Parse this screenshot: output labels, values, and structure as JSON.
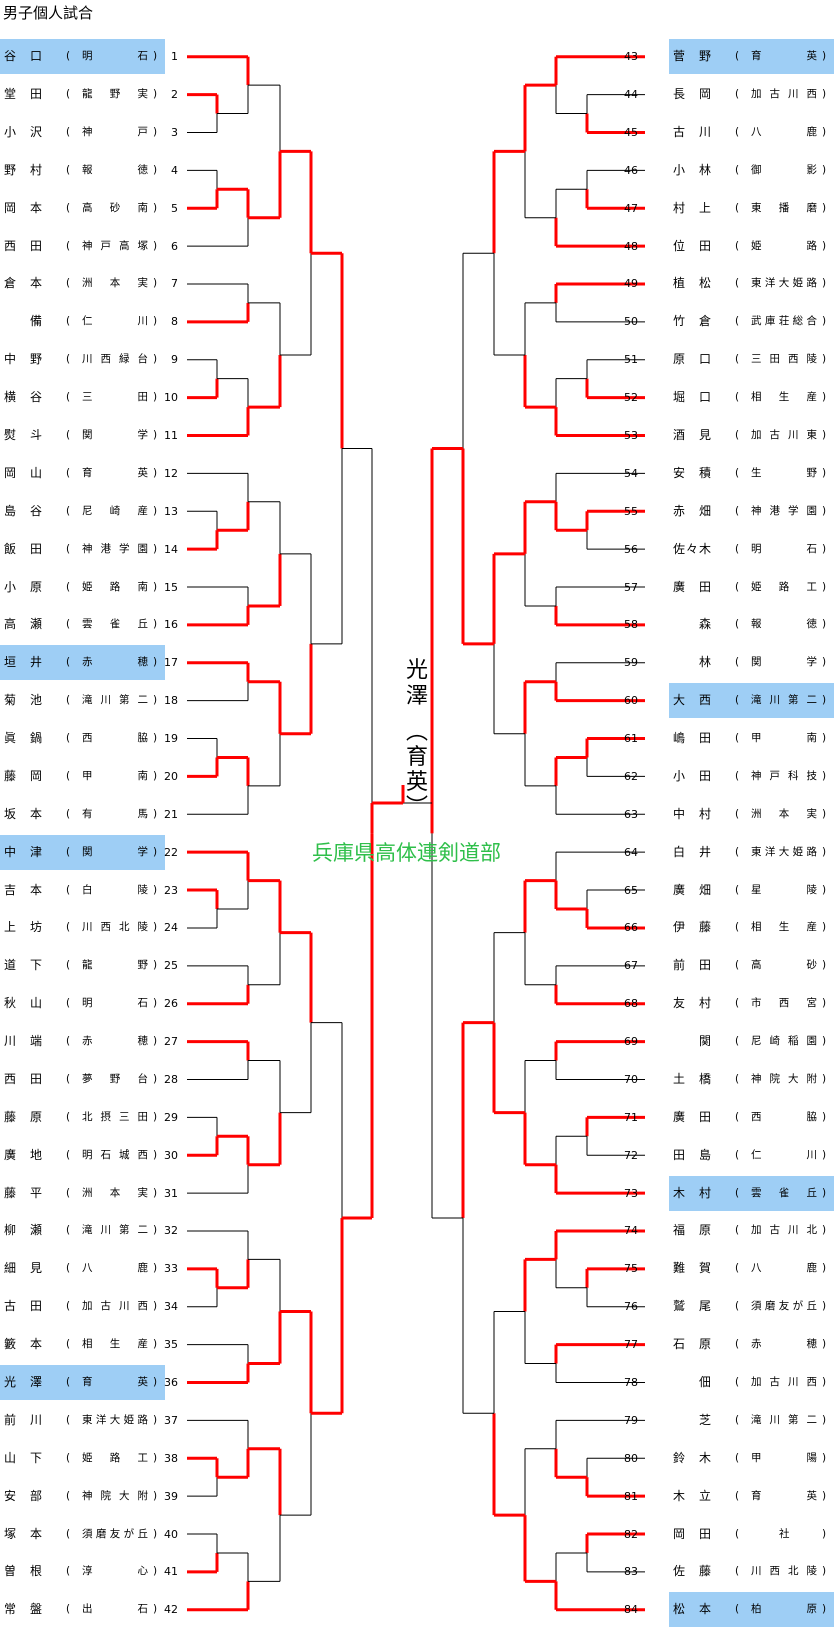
{
  "page": {
    "title": "男子個人試合"
  },
  "colors": {
    "winner_line": "#ff0000",
    "loser_line": "#000000",
    "highlight": "#9ecef5",
    "org": "#2fbf4a"
  },
  "champion": {
    "name": "光澤",
    "school_line": "（育英）"
  },
  "organization": "兵庫県高体連剣道部",
  "left_players": [
    {
      "seed": "1",
      "name": "谷口",
      "school": "明石",
      "hl": true
    },
    {
      "seed": "2",
      "name": "堂田",
      "school": "龍野実",
      "hl": false
    },
    {
      "seed": "3",
      "name": "小沢",
      "school": "神戸",
      "hl": false
    },
    {
      "seed": "4",
      "name": "野村",
      "school": "報徳",
      "hl": false
    },
    {
      "seed": "5",
      "name": "岡本",
      "school": "高砂南",
      "hl": false
    },
    {
      "seed": "6",
      "name": "西田",
      "school": "神戸高塚",
      "hl": false
    },
    {
      "seed": "7",
      "name": "倉本",
      "school": "洲本実",
      "hl": false
    },
    {
      "seed": "8",
      "name": "備",
      "school": "仁川",
      "hl": false
    },
    {
      "seed": "9",
      "name": "中野",
      "school": "川西緑台",
      "hl": false
    },
    {
      "seed": "10",
      "name": "横谷",
      "school": "三田",
      "hl": false
    },
    {
      "seed": "11",
      "name": "熨斗",
      "school": "関学",
      "hl": false
    },
    {
      "seed": "12",
      "name": "岡山",
      "school": "育英",
      "hl": false
    },
    {
      "seed": "13",
      "name": "島谷",
      "school": "尼崎産",
      "hl": false
    },
    {
      "seed": "14",
      "name": "飯田",
      "school": "神港学園",
      "hl": false
    },
    {
      "seed": "15",
      "name": "小原",
      "school": "姫路南",
      "hl": false
    },
    {
      "seed": "16",
      "name": "高瀬",
      "school": "雲雀丘",
      "hl": false
    },
    {
      "seed": "17",
      "name": "垣井",
      "school": "赤穂",
      "hl": true
    },
    {
      "seed": "18",
      "name": "菊池",
      "school": "滝川第二",
      "hl": false
    },
    {
      "seed": "19",
      "name": "眞鍋",
      "school": "西脇",
      "hl": false
    },
    {
      "seed": "20",
      "name": "藤岡",
      "school": "甲南",
      "hl": false
    },
    {
      "seed": "21",
      "name": "坂本",
      "school": "有馬",
      "hl": false
    },
    {
      "seed": "22",
      "name": "中津",
      "school": "関学",
      "hl": true
    },
    {
      "seed": "23",
      "name": "吉本",
      "school": "白陵",
      "hl": false
    },
    {
      "seed": "24",
      "name": "上坊",
      "school": "川西北陵",
      "hl": false
    },
    {
      "seed": "25",
      "name": "道下",
      "school": "龍野",
      "hl": false
    },
    {
      "seed": "26",
      "name": "秋山",
      "school": "明石",
      "hl": false
    },
    {
      "seed": "27",
      "name": "川端",
      "school": "赤穂",
      "hl": false
    },
    {
      "seed": "28",
      "name": "西田",
      "school": "夢野台",
      "hl": false
    },
    {
      "seed": "29",
      "name": "藤原",
      "school": "北摂三田",
      "hl": false
    },
    {
      "seed": "30",
      "name": "廣地",
      "school": "明石城西",
      "hl": false
    },
    {
      "seed": "31",
      "name": "藤平",
      "school": "洲本実",
      "hl": false
    },
    {
      "seed": "32",
      "name": "柳瀬",
      "school": "滝川第二",
      "hl": false
    },
    {
      "seed": "33",
      "name": "細見",
      "school": "八鹿",
      "hl": false
    },
    {
      "seed": "34",
      "name": "古田",
      "school": "加古川西",
      "hl": false
    },
    {
      "seed": "35",
      "name": "籔本",
      "school": "相生産",
      "hl": false
    },
    {
      "seed": "36",
      "name": "光澤",
      "school": "育英",
      "hl": true
    },
    {
      "seed": "37",
      "name": "前川",
      "school": "東洋大姫路",
      "hl": false
    },
    {
      "seed": "38",
      "name": "山下",
      "school": "姫路工",
      "hl": false
    },
    {
      "seed": "39",
      "name": "安部",
      "school": "神院大附",
      "hl": false
    },
    {
      "seed": "40",
      "name": "塚本",
      "school": "須磨友が丘",
      "hl": false
    },
    {
      "seed": "41",
      "name": "曽根",
      "school": "淳心",
      "hl": false
    },
    {
      "seed": "42",
      "name": "常盤",
      "school": "出石",
      "hl": false
    }
  ],
  "right_players": [
    {
      "seed": "43",
      "name": "菅野",
      "school": "育英",
      "hl": true
    },
    {
      "seed": "44",
      "name": "長岡",
      "school": "加古川西",
      "hl": false
    },
    {
      "seed": "45",
      "name": "古川",
      "school": "八鹿",
      "hl": false
    },
    {
      "seed": "46",
      "name": "小林",
      "school": "御影",
      "hl": false
    },
    {
      "seed": "47",
      "name": "村上",
      "school": "東播磨",
      "hl": false
    },
    {
      "seed": "48",
      "name": "位田",
      "school": "姫路",
      "hl": false
    },
    {
      "seed": "49",
      "name": "植松",
      "school": "東洋大姫路",
      "hl": false
    },
    {
      "seed": "50",
      "name": "竹倉",
      "school": "武庫荘総合",
      "hl": false
    },
    {
      "seed": "51",
      "name": "原口",
      "school": "三田西陵",
      "hl": false
    },
    {
      "seed": "52",
      "name": "堀口",
      "school": "相生産",
      "hl": false
    },
    {
      "seed": "53",
      "name": "酒見",
      "school": "加古川東",
      "hl": false
    },
    {
      "seed": "54",
      "name": "安積",
      "school": "生野",
      "hl": false
    },
    {
      "seed": "55",
      "name": "赤畑",
      "school": "神港学園",
      "hl": false
    },
    {
      "seed": "56",
      "name": "佐々木",
      "school": "明石",
      "hl": false
    },
    {
      "seed": "57",
      "name": "廣田",
      "school": "姫路工",
      "hl": false
    },
    {
      "seed": "58",
      "name": "森",
      "school": "報徳",
      "hl": false
    },
    {
      "seed": "59",
      "name": "林",
      "school": "関学",
      "hl": false
    },
    {
      "seed": "60",
      "name": "大西",
      "school": "滝川第二",
      "hl": true
    },
    {
      "seed": "61",
      "name": "嶋田",
      "school": "甲南",
      "hl": false
    },
    {
      "seed": "62",
      "name": "小田",
      "school": "神戸科技",
      "hl": false
    },
    {
      "seed": "63",
      "name": "中村",
      "school": "洲本実",
      "hl": false
    },
    {
      "seed": "64",
      "name": "白井",
      "school": "東洋大姫路",
      "hl": false
    },
    {
      "seed": "65",
      "name": "廣畑",
      "school": "星陵",
      "hl": false
    },
    {
      "seed": "66",
      "name": "伊藤",
      "school": "相生産",
      "hl": false
    },
    {
      "seed": "67",
      "name": "前田",
      "school": "高砂",
      "hl": false
    },
    {
      "seed": "68",
      "name": "友村",
      "school": "市西宮",
      "hl": false
    },
    {
      "seed": "69",
      "name": "関",
      "school": "尼崎稲園",
      "hl": false
    },
    {
      "seed": "70",
      "name": "土橋",
      "school": "神院大附",
      "hl": false
    },
    {
      "seed": "71",
      "name": "廣田",
      "school": "西脇",
      "hl": false
    },
    {
      "seed": "72",
      "name": "田島",
      "school": "仁川",
      "hl": false
    },
    {
      "seed": "73",
      "name": "木村",
      "school": "雲雀丘",
      "hl": true
    },
    {
      "seed": "74",
      "name": "福原",
      "school": "加古川北",
      "hl": false
    },
    {
      "seed": "75",
      "name": "難賀",
      "school": "八鹿",
      "hl": false
    },
    {
      "seed": "76",
      "name": "鷲尾",
      "school": "須磨友が丘",
      "hl": false
    },
    {
      "seed": "77",
      "name": "石原",
      "school": "赤穂",
      "hl": false
    },
    {
      "seed": "78",
      "name": "佃",
      "school": "加古川西",
      "hl": false
    },
    {
      "seed": "79",
      "name": "芝",
      "school": "滝川第二",
      "hl": false
    },
    {
      "seed": "80",
      "name": "鈴木",
      "school": "甲陽",
      "hl": false
    },
    {
      "seed": "81",
      "name": "木立",
      "school": "育英",
      "hl": false
    },
    {
      "seed": "82",
      "name": "岡田",
      "school": "社",
      "hl": false
    },
    {
      "seed": "83",
      "name": "佐藤",
      "school": "川西北陵",
      "hl": false
    },
    {
      "seed": "84",
      "name": "松本",
      "school": "柏原",
      "hl": true
    }
  ]
}
